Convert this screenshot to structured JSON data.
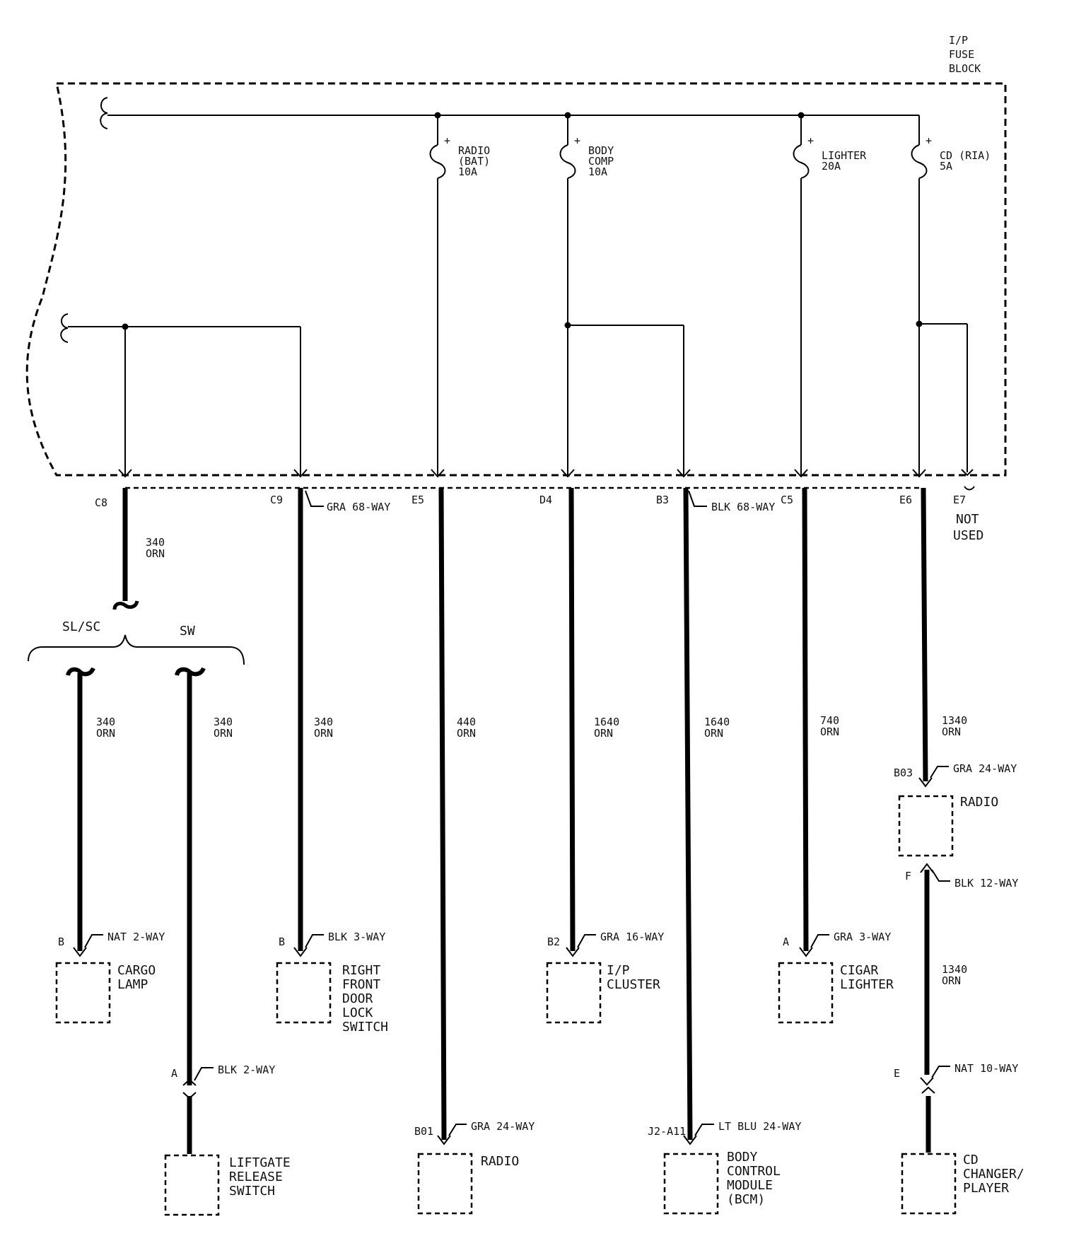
{
  "fuse_block": {
    "title_lines": [
      "I/P",
      "FUSE",
      "BLOCK"
    ]
  },
  "fuses": [
    {
      "id": "radio",
      "lines": [
        "RADIO",
        "(BAT)",
        "10A"
      ]
    },
    {
      "id": "body",
      "lines": [
        "BODY",
        "COMP",
        "10A"
      ]
    },
    {
      "id": "lighter",
      "lines": [
        "LIGHTER",
        "20A"
      ]
    },
    {
      "id": "cd",
      "lines": [
        "CD  (RIA)",
        "5A"
      ]
    }
  ],
  "fuse_block_pins": {
    "c8": "C8",
    "c9": "C9",
    "e5": "E5",
    "d4": "D4",
    "b3": "B3",
    "c5": "C5",
    "e6": "E6",
    "e7": "E7",
    "gra_68": "GRA 68-WAY",
    "blk_68": "BLK 68-WAY",
    "not_used": [
      "NOT",
      "USED"
    ]
  },
  "splice": {
    "left": "SL/SC",
    "right": "SW"
  },
  "wire_labels": {
    "c8": [
      "340",
      "ORN"
    ],
    "cargo": [
      "340",
      "ORN"
    ],
    "liftgate": [
      "340",
      "ORN"
    ],
    "rf_door": [
      "340",
      "ORN"
    ],
    "radio": [
      "440",
      "ORN"
    ],
    "ip_cluster": [
      "1640",
      "ORN"
    ],
    "bcm": [
      "1640",
      "ORN"
    ],
    "lighter": [
      "740",
      "ORN"
    ],
    "cd_upper": [
      "1340",
      "ORN"
    ],
    "cd_lower": [
      "1340",
      "ORN"
    ]
  },
  "connectors": {
    "cargo": {
      "pin": "B",
      "conn": "NAT 2-WAY"
    },
    "liftgate": {
      "pin": "A",
      "conn": "BLK 2-WAY"
    },
    "rf_door": {
      "pin": "B",
      "conn": "BLK 3-WAY"
    },
    "radio": {
      "pin": "B01",
      "conn": "GRA 24-WAY"
    },
    "ip_cluster": {
      "pin": "B2",
      "conn": "GRA 16-WAY"
    },
    "bcm": {
      "pin": "J2-A11",
      "conn": "LT BLU 24-WAY"
    },
    "lighter": {
      "pin": "A",
      "conn": "GRA 3-WAY"
    },
    "cd_radio": {
      "pin": "B03",
      "conn": "GRA 24-WAY"
    },
    "cd_radio_out": {
      "pin": "F",
      "conn": "BLK 12-WAY"
    },
    "cd_changer": {
      "pin": "E",
      "conn": "NAT 10-WAY"
    }
  },
  "components": {
    "cargo": [
      "CARGO",
      "LAMP"
    ],
    "liftgate": [
      "LIFTGATE",
      "RELEASE",
      "SWITCH"
    ],
    "rf_door": [
      "RIGHT",
      "FRONT",
      "DOOR",
      "LOCK",
      "SWITCH"
    ],
    "radio": [
      "RADIO"
    ],
    "ip_cluster": [
      "I/P",
      "CLUSTER"
    ],
    "bcm": [
      "BODY",
      "CONTROL",
      "MODULE",
      "(BCM)"
    ],
    "lighter": [
      "CIGAR",
      "LIGHTER"
    ],
    "cd_radio": [
      "RADIO"
    ],
    "cd_changer": [
      "CD",
      "CHANGER/",
      "PLAYER"
    ]
  }
}
